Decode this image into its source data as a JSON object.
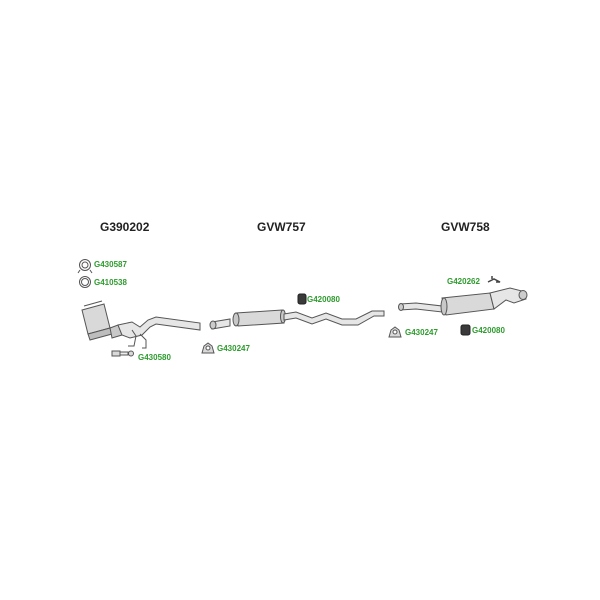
{
  "colors": {
    "part_code": "#2e9b2e",
    "section_code": "#222222",
    "outline": "#555555",
    "fill": "#d9d9d9"
  },
  "sections": [
    {
      "code": "G390202"
    },
    {
      "code": "GVW757"
    },
    {
      "code": "GVW758"
    }
  ],
  "parts": [
    {
      "code": "G430587",
      "icon": "clamp-ring-icon"
    },
    {
      "code": "G410538",
      "icon": "gasket-ring-icon"
    },
    {
      "code": "G430580",
      "icon": "bolt-kit-icon"
    },
    {
      "code": "G430247",
      "icon": "mounting-clamp-icon"
    },
    {
      "code": "G420080",
      "icon": "rubber-hanger-icon"
    },
    {
      "code": "G430247",
      "icon": "mounting-clamp-icon"
    },
    {
      "code": "G420262",
      "icon": "hanger-bracket-icon"
    },
    {
      "code": "G420080",
      "icon": "rubber-hanger-icon"
    }
  ]
}
